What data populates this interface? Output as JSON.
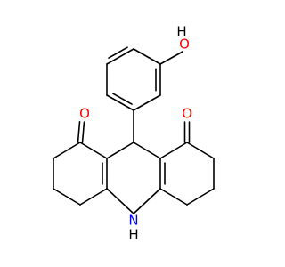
{
  "molecule": {
    "atoms": [
      {
        "id": "O_hydroxyl",
        "text": "O",
        "color": "#ff0000"
      },
      {
        "id": "H_hydroxyl",
        "text": "H",
        "color": "#000000"
      },
      {
        "id": "O_ketone_left",
        "text": "O",
        "color": "#ff0000"
      },
      {
        "id": "O_ketone_right",
        "text": "O",
        "color": "#ff0000"
      },
      {
        "id": "N_amine",
        "text": "N",
        "color": "#0000ff"
      },
      {
        "id": "H_amine",
        "text": "H",
        "color": "#000000"
      }
    ]
  }
}
